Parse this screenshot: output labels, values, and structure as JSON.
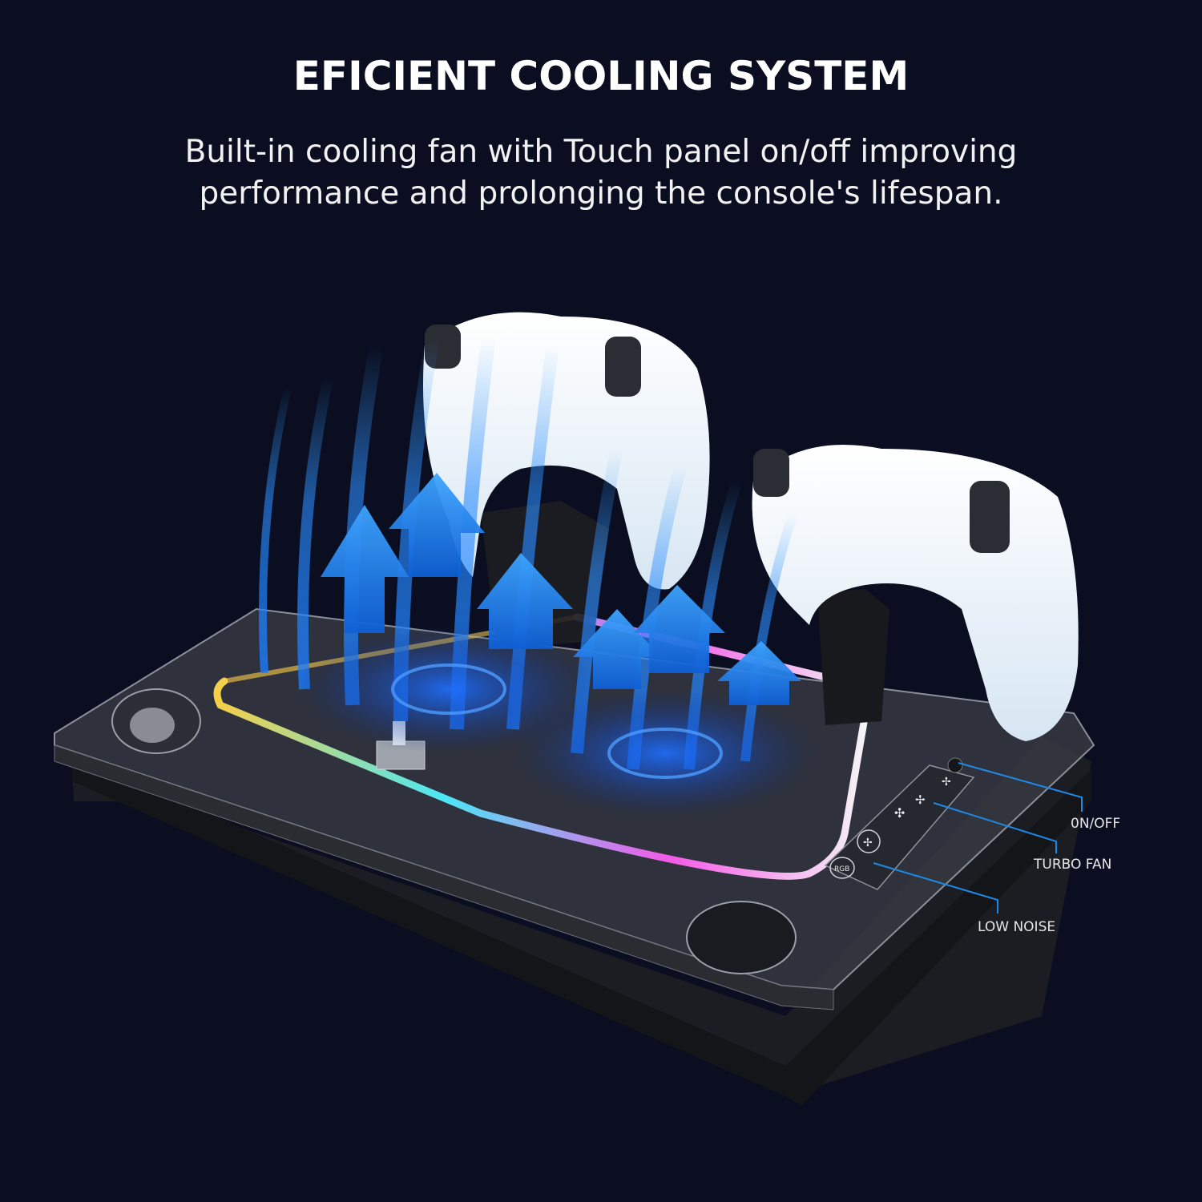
{
  "header": {
    "title": "EFICIENT COOLING SYSTEM",
    "subtitle_line1": "Built-in cooling fan with Touch panel on/off improving",
    "subtitle_line2": "performance and prolonging the console's lifespan."
  },
  "product": {
    "description": "Transparent console cooling stand with RGB light strip, two wireless controllers docked on charging stands, blue airflow arrows rising from two fans",
    "touch_panel": {
      "buttons": [
        {
          "icon": "fan-icon-small",
          "label": ""
        },
        {
          "icon": "fan-icon-medium",
          "label": ""
        },
        {
          "icon": "fan-icon-large",
          "label": ""
        },
        {
          "icon": "fan-icon",
          "label": ""
        },
        {
          "icon": "rgb-button",
          "label": "RGB"
        }
      ]
    }
  },
  "callouts": [
    {
      "id": "on-off",
      "label": "0N/OFF"
    },
    {
      "id": "turbo-fan",
      "label": "TURBO FAN"
    },
    {
      "id": "low-noise",
      "label": "LOW NOISE"
    }
  ],
  "colors": {
    "background": "#0a0e20",
    "callout_line": "#1e88e5",
    "airflow": "#1a7cff",
    "text": "#ffffff"
  }
}
